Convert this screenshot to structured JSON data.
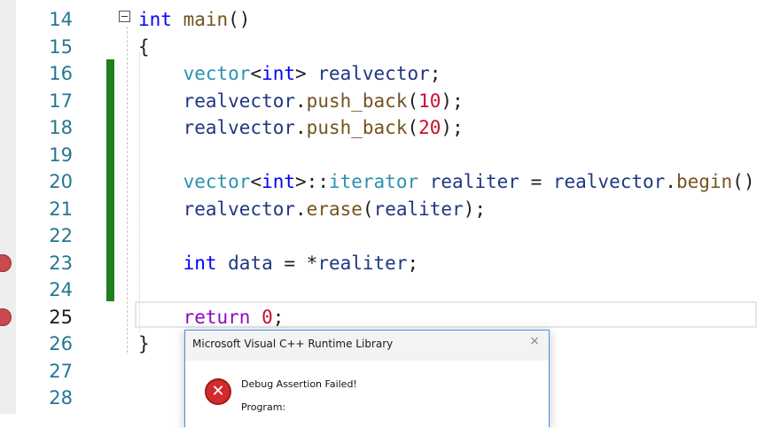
{
  "editor": {
    "lines": [
      {
        "num": "14",
        "tokens": [
          [
            "kw",
            "int"
          ],
          [
            "fn",
            " main"
          ],
          [
            "",
            "()"
          ]
        ]
      },
      {
        "num": "15",
        "tokens": [
          [
            "",
            "{"
          ]
        ]
      },
      {
        "num": "16",
        "tokens": [
          [
            "ty",
            "    vector"
          ],
          [
            "",
            "<"
          ],
          [
            "kw",
            "int"
          ],
          [
            "",
            "> "
          ],
          [
            "var",
            "realvector"
          ],
          [
            "",
            ";"
          ]
        ]
      },
      {
        "num": "17",
        "tokens": [
          [
            "var",
            "    realvector"
          ],
          [
            "",
            "."
          ],
          [
            "fn",
            "push_back"
          ],
          [
            "",
            "("
          ],
          [
            "num",
            "10"
          ],
          [
            "",
            ");"
          ]
        ]
      },
      {
        "num": "18",
        "tokens": [
          [
            "var",
            "    realvector"
          ],
          [
            "",
            "."
          ],
          [
            "fn",
            "push_back"
          ],
          [
            "",
            "("
          ],
          [
            "num",
            "20"
          ],
          [
            "",
            ");"
          ]
        ]
      },
      {
        "num": "19",
        "tokens": []
      },
      {
        "num": "20",
        "tokens": [
          [
            "ty",
            "    vector"
          ],
          [
            "",
            "<"
          ],
          [
            "kw",
            "int"
          ],
          [
            "",
            ">::"
          ],
          [
            "ty",
            "iterator"
          ],
          [
            "var",
            " realiter"
          ],
          [
            "",
            " = "
          ],
          [
            "var",
            "realvector"
          ],
          [
            "",
            "."
          ],
          [
            "fn",
            "begin"
          ],
          [
            "",
            "();"
          ]
        ]
      },
      {
        "num": "21",
        "tokens": [
          [
            "var",
            "    realvector"
          ],
          [
            "",
            "."
          ],
          [
            "fn",
            "erase"
          ],
          [
            "",
            "("
          ],
          [
            "var",
            "realiter"
          ],
          [
            "",
            ");"
          ]
        ]
      },
      {
        "num": "22",
        "tokens": []
      },
      {
        "num": "23",
        "tokens": [
          [
            "kw",
            "    int"
          ],
          [
            "var",
            " data"
          ],
          [
            "",
            " = *"
          ],
          [
            "var",
            "realiter"
          ],
          [
            "",
            ";"
          ]
        ]
      },
      {
        "num": "24",
        "tokens": []
      },
      {
        "num": "25",
        "tokens": [
          [
            "ret",
            "    return"
          ],
          [
            "",
            " "
          ],
          [
            "num",
            "0"
          ],
          [
            "",
            ";"
          ]
        ]
      },
      {
        "num": "26",
        "tokens": [
          [
            "",
            "}"
          ]
        ]
      },
      {
        "num": "27",
        "tokens": []
      },
      {
        "num": "28",
        "tokens": []
      }
    ],
    "current_line": "25",
    "breakpoint_lines": [
      "23",
      "25"
    ]
  },
  "dialog": {
    "title": "Microsoft Visual C++ Runtime Library",
    "close_icon": "×",
    "icon": "error-icon",
    "message": "Debug Assertion Failed!",
    "program_label": "Program:"
  },
  "colors": {
    "keyword": "#0000ff",
    "type": "#2b91af",
    "function": "#74531f",
    "variable": "#1f377f",
    "number": "#c8102e",
    "return": "#8f08c4",
    "change_bar": "#1d7f1d",
    "breakpoint": "#c84a4e"
  }
}
